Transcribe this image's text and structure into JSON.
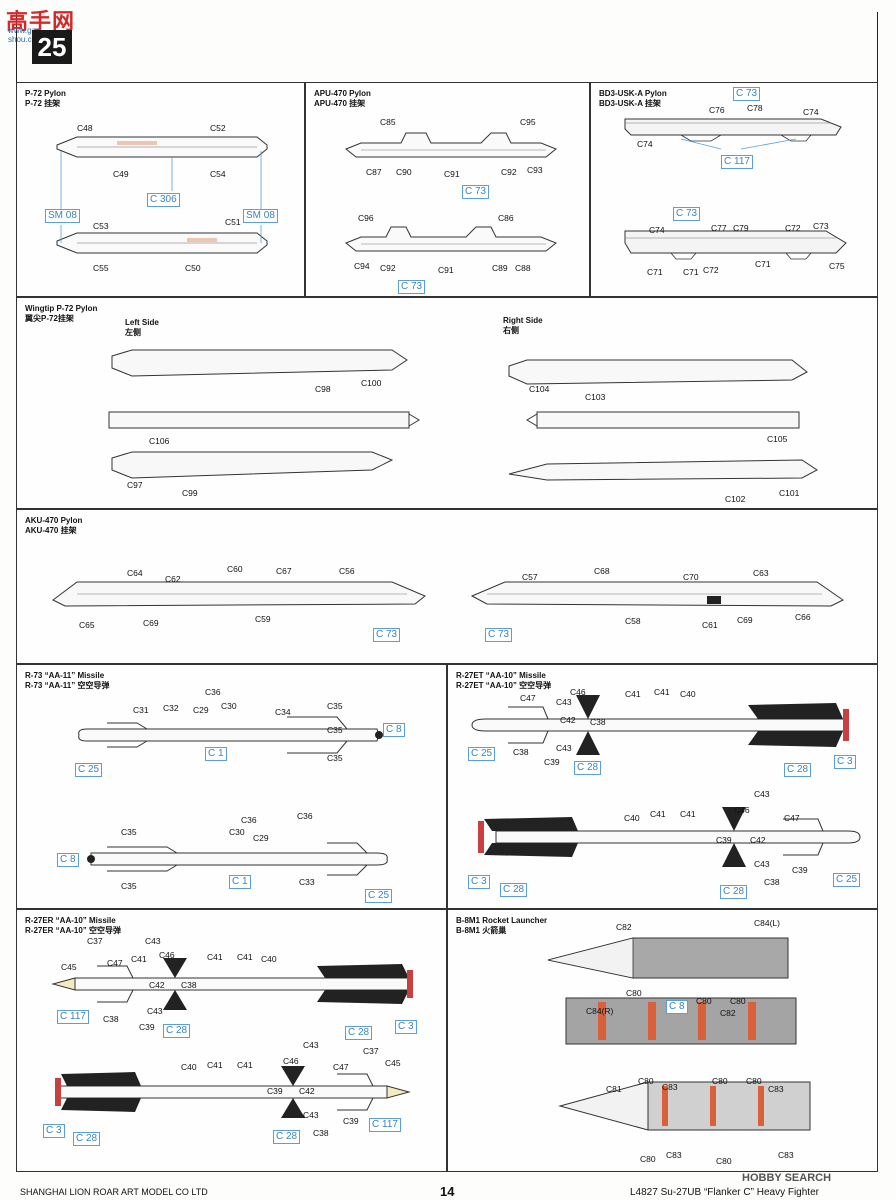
{
  "logo": {
    "text": "高手网",
    "sub": "www.gao-shou.com"
  },
  "step": "25",
  "panels": {
    "p72": {
      "title": "P-72 Pylon",
      "title_cn": "P-72 挂架",
      "labels": [
        "C48",
        "C52",
        "C49",
        "C54",
        "C53",
        "C51",
        "C55",
        "C50"
      ],
      "decals": [
        "C 306",
        "SM 08",
        "SM 08"
      ]
    },
    "apu": {
      "title": "APU-470 Pylon",
      "title_cn": "APU-470 挂架",
      "labels": [
        "C85",
        "C95",
        "C87",
        "C90",
        "C91",
        "C92",
        "C93",
        "C96",
        "C86",
        "C94",
        "C92",
        "C91",
        "C89",
        "C88"
      ],
      "decals": [
        "C 73",
        "C 73"
      ]
    },
    "bd3": {
      "title": "BD3-USK-A Pylon",
      "title_cn": "BD3-USK-A 挂架",
      "labels": [
        "C76",
        "C78",
        "C74",
        "C74",
        "C74",
        "C77",
        "C79",
        "C72",
        "C73",
        "C71",
        "C71",
        "C72",
        "C71",
        "C75"
      ],
      "decals": [
        "C 73",
        "C 117",
        "C 73"
      ]
    },
    "wingtip": {
      "title": "Wingtip P-72 Pylon",
      "title_cn": "翼尖P-72挂架",
      "left": "Left Side",
      "left_cn": "左侧",
      "right": "Right Side",
      "right_cn": "右侧",
      "labels": [
        "C98",
        "C100",
        "C106",
        "C97",
        "C99",
        "C104",
        "C103",
        "C105",
        "C102",
        "C101"
      ]
    },
    "aku": {
      "title": "AKU-470 Pylon",
      "title_cn": "AKU-470 挂架",
      "labels": [
        "C60",
        "C64",
        "C62",
        "C67",
        "C56",
        "C65",
        "C69",
        "C59",
        "C57",
        "C68",
        "C70",
        "C63",
        "C58",
        "C61",
        "C69",
        "C66"
      ],
      "decals": [
        "C 73",
        "C 73"
      ]
    },
    "r73": {
      "title": "R-73 “AA-11” Missile",
      "title_cn": "R-73 “AA-11” 空空导弹",
      "labels": [
        "C36",
        "C31",
        "C32",
        "C29",
        "C30",
        "C34",
        "C35",
        "C35",
        "C35",
        "C36",
        "C30",
        "C29",
        "C36",
        "C35",
        "C33"
      ],
      "decals": [
        "C 8",
        "C 1",
        "C 25",
        "C 8",
        "C 1",
        "C 25"
      ]
    },
    "r27et": {
      "title": "R-27ET “AA-10” Missile",
      "title_cn": "R-27ET “AA-10” 空空导弹",
      "labels": [
        "C46",
        "C47",
        "C43",
        "C41",
        "C41",
        "C40",
        "C42",
        "C38",
        "C38",
        "C43",
        "C39",
        "C40",
        "C41",
        "C41",
        "C46",
        "C43",
        "C47",
        "C39",
        "C42",
        "C43",
        "C38",
        "C39"
      ],
      "decals": [
        "C 25",
        "C 28",
        "C 28",
        "C 3",
        "C 3",
        "C 28",
        "C 28",
        "C 25"
      ]
    },
    "r27er": {
      "title": "R-27ER “AA-10” Missile",
      "title_cn": "R-27ER “AA-10” 空空导弹",
      "labels": [
        "C37",
        "C43",
        "C45",
        "C47",
        "C41",
        "C46",
        "C41",
        "C41",
        "C40",
        "C42",
        "C38",
        "C38",
        "C39",
        "C43",
        "C40",
        "C41",
        "C41",
        "C46",
        "C43",
        "C47",
        "C37",
        "C45",
        "C39",
        "C42",
        "C43",
        "C38",
        "C39"
      ],
      "decals": [
        "C 117",
        "C 28",
        "C 28",
        "C 3",
        "C 3",
        "C 28",
        "C 28",
        "C 117"
      ]
    },
    "b8": {
      "title": "B-8M1 Rocket Launcher",
      "title_cn": "B-8M1 火箭巢",
      "labels": [
        "C82",
        "C84(L)",
        "C80",
        "C80",
        "C80",
        "C84(R)",
        "C82",
        "C81",
        "C80",
        "C83",
        "C80",
        "C80",
        "C83",
        "C80",
        "C83",
        "C80",
        "C83"
      ],
      "decals": [
        "C 8"
      ]
    }
  },
  "footer": {
    "company": "SHANGHAI LION ROAR ART MODEL CO LTD",
    "page": "14",
    "product": "L4827   Su-27UB  “Flanker C”  Heavy  Fighter"
  },
  "watermark": "HOBBY SEARCH"
}
